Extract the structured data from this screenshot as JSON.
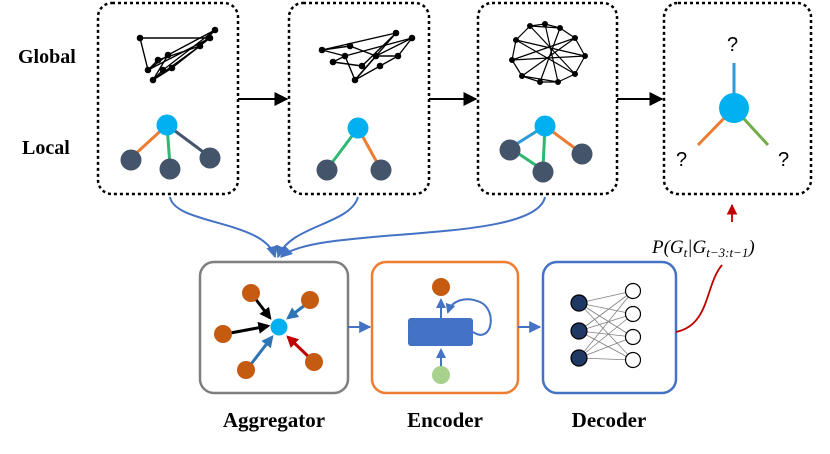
{
  "row_labels": {
    "global": "Global",
    "local": "Local"
  },
  "modules": {
    "aggregator": "Aggregator",
    "encoder": "Encoder",
    "decoder": "Decoder"
  },
  "prediction": {
    "unknown_mark": "?",
    "formula": {
      "prefix": "P(G",
      "t": "t",
      "bar": "|G",
      "range": "t−3:t−1",
      "suffix": ")"
    }
  },
  "colors": {
    "center_node": "#00B0F0",
    "neighbor_node": "#44546A",
    "edge_orange": "#ED7D31",
    "edge_green": "#2EB872",
    "edge_blue": "#2E9BD6",
    "edge_lightgreen": "#70AD47",
    "flow_arrow": "#4472C4",
    "aggregator_border": "#7F7F7F",
    "encoder_border": "#ED7D31",
    "decoder_border": "#4472C4",
    "agg_node": "#C55A11",
    "encoder_input": "#A9D18E",
    "encoder_block": "#4472C4",
    "decoder_input": "#1F3864",
    "output_arrow": "#C00000"
  }
}
